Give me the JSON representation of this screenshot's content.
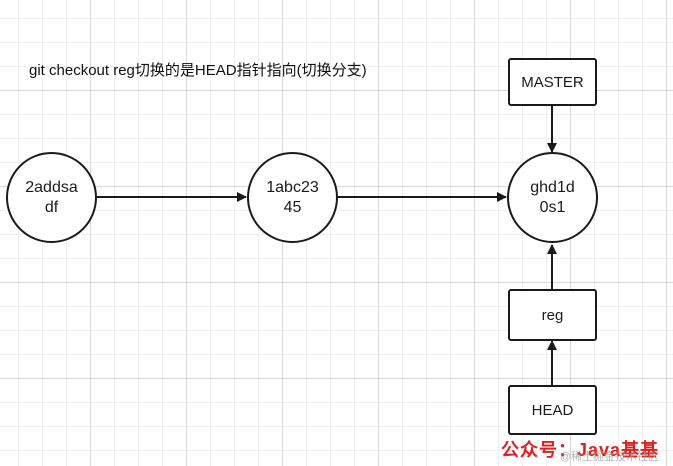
{
  "caption": "git checkout reg切换的是HEAD指针指向(切换分支)",
  "commits": [
    {
      "id": "commit-2addsadf",
      "label": "2addsa\ndf"
    },
    {
      "id": "commit-1abc2345",
      "label": "1abc23\n45"
    },
    {
      "id": "commit-ghd1d0s1",
      "label": "ghd1d\n0s1"
    }
  ],
  "refs": {
    "master": "MASTER",
    "reg": "reg",
    "head": "HEAD"
  },
  "watermark": {
    "main": "公众号：Java基基",
    "sub": "@稀土掘金技术社区"
  },
  "colors": {
    "line": "#1a1a1a",
    "grid": "#d9d9d9",
    "watermark": "#e02020"
  }
}
